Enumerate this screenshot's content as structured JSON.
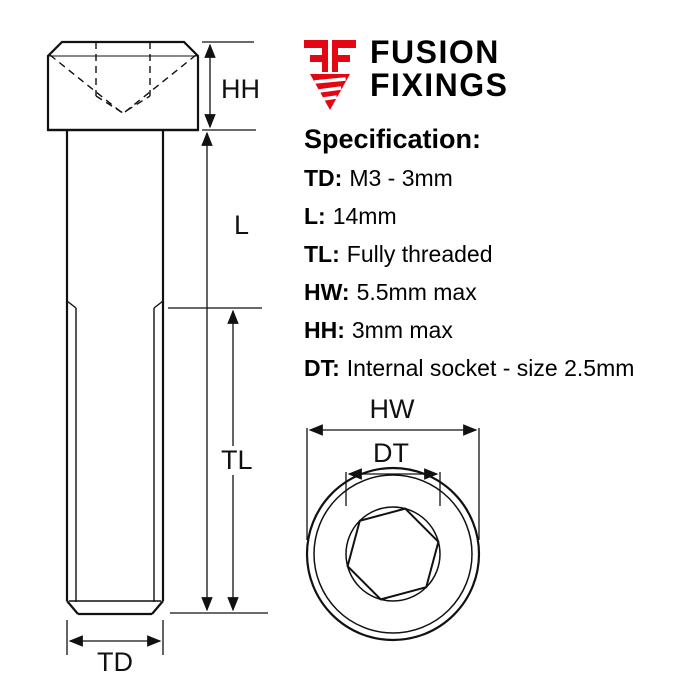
{
  "logo": {
    "brand_line1": "FUSION",
    "brand_line2": "FIXINGS",
    "brand_color": "#e30613",
    "text_color": "#000000"
  },
  "specification": {
    "title": "Specification:",
    "items": [
      {
        "label": "TD:",
        "value": "M3 - 3mm"
      },
      {
        "label": "L:",
        "value": "14mm"
      },
      {
        "label": "TL:",
        "value": "Fully threaded"
      },
      {
        "label": "HW:",
        "value": "5.5mm max"
      },
      {
        "label": "HH:",
        "value": "3mm max"
      },
      {
        "label": "DT:",
        "value": "Internal socket - size 2.5mm"
      }
    ]
  },
  "diagram": {
    "line_color": "#111111",
    "side_view": {
      "hh": "HH",
      "l": "L",
      "tl": "TL",
      "td": "TD"
    },
    "top_view": {
      "hw": "HW",
      "dt": "DT"
    }
  }
}
